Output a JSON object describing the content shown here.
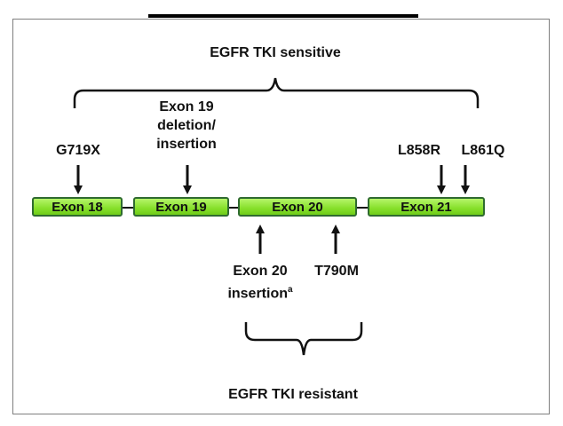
{
  "diagram": {
    "sensitive_label": "EGFR TKI sensitive",
    "resistant_label": "EGFR TKI resistant",
    "exons": [
      {
        "label": "Exon 18"
      },
      {
        "label": "Exon 19"
      },
      {
        "label": "Exon 20"
      },
      {
        "label": "Exon 21"
      }
    ],
    "mutations": {
      "g719x": "G719X",
      "exon19": [
        "Exon 19",
        "deletion/",
        "insertion"
      ],
      "l858r": "L858R",
      "l861q": "L861Q",
      "exon20_ins": [
        "Exon 20",
        "insertion"
      ],
      "exon20_ins_sup": "a",
      "t790m": "T790M"
    },
    "colors": {
      "exon_fill": "#86e02a",
      "exon_border": "#2f6b2f",
      "arrow": "#111111"
    }
  }
}
